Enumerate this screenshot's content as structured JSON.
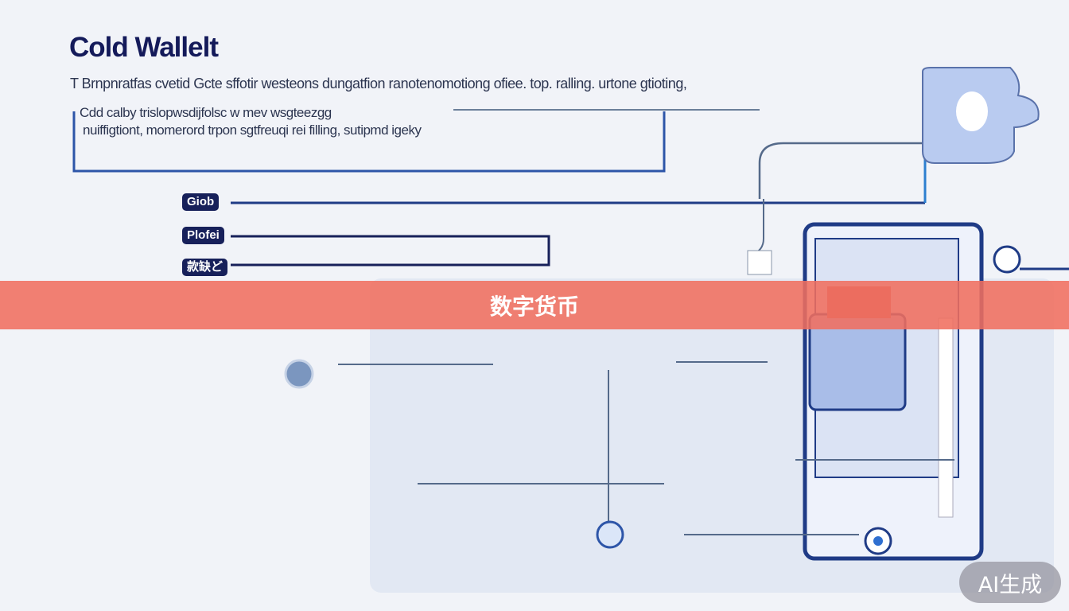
{
  "title": "Cold Wallelt",
  "lines": [
    "T Brnpnratfas cvetid Gcte sffotir westeons dungatfion ranotenomotiong ofiee. top. ralling. urtone gtioting,",
    "Cdd calby trislopwsdijfolsc w mev wsgteezgg",
    "nuiffigtiont, momerord trpon sgtfreuqi rei filling, sutipmd igeky"
  ],
  "tags": [
    "Giob",
    "Plofei",
    "款缺ど"
  ],
  "banner": "数字货币",
  "badge": "AI生成",
  "colors": {
    "navy": "#141a5a",
    "banner": "#f06e5f",
    "accent": "#2f5fb0"
  }
}
